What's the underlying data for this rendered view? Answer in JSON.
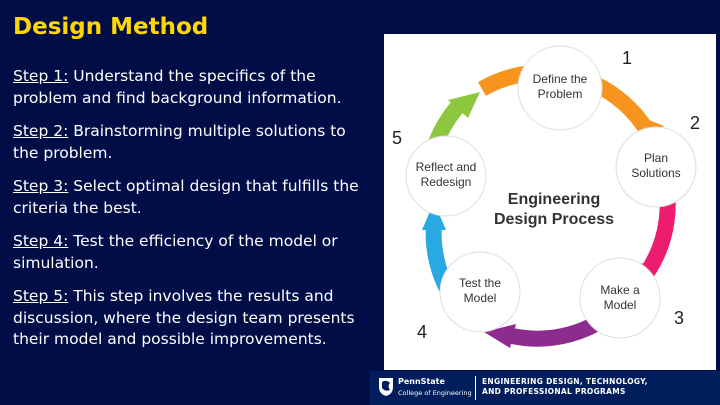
{
  "title": "Design Method",
  "steps": [
    {
      "label": "Step 1:",
      "text": " Understand the specifics of the problem and find background information."
    },
    {
      "label": "Step 2:",
      "text": "  Brainstorming multiple solutions to the problem."
    },
    {
      "label": "Step 3:",
      "text": " Select optimal design that fulfills the criteria the best."
    },
    {
      "label": "Step 4:",
      "text": " Test the efficiency of the model or simulation."
    },
    {
      "label": "Step 5:",
      "text": " This step involves the results and discussion, where the design team presents their model and possible improvements."
    }
  ],
  "diagram": {
    "center_line1": "Engineering",
    "center_line2": "Design Process",
    "nodes": [
      {
        "line1": "Define the",
        "line2": "Problem",
        "number": "1",
        "color": "#f7941d"
      },
      {
        "line1": "Plan",
        "line2": "Solutions",
        "number": "2",
        "color": "#ed1c6f"
      },
      {
        "line1": "Make a",
        "line2": "Model",
        "number": "3",
        "color": "#8e2c8e"
      },
      {
        "line1": "Test the",
        "line2": "Model",
        "number": "4",
        "color": "#29a9e1"
      },
      {
        "line1": "Reflect and",
        "line2": "Redesign",
        "number": "5",
        "color": "#8dc63f"
      }
    ]
  },
  "footer": {
    "brand": "PennState",
    "college": "College of Engineering",
    "program_line1": "ENGINEERING DESIGN, TECHNOLOGY,",
    "program_line2": "AND PROFESSIONAL PROGRAMS"
  },
  "colors": {
    "background": "#000d47",
    "title": "#ffd700",
    "text": "#ffffff"
  }
}
